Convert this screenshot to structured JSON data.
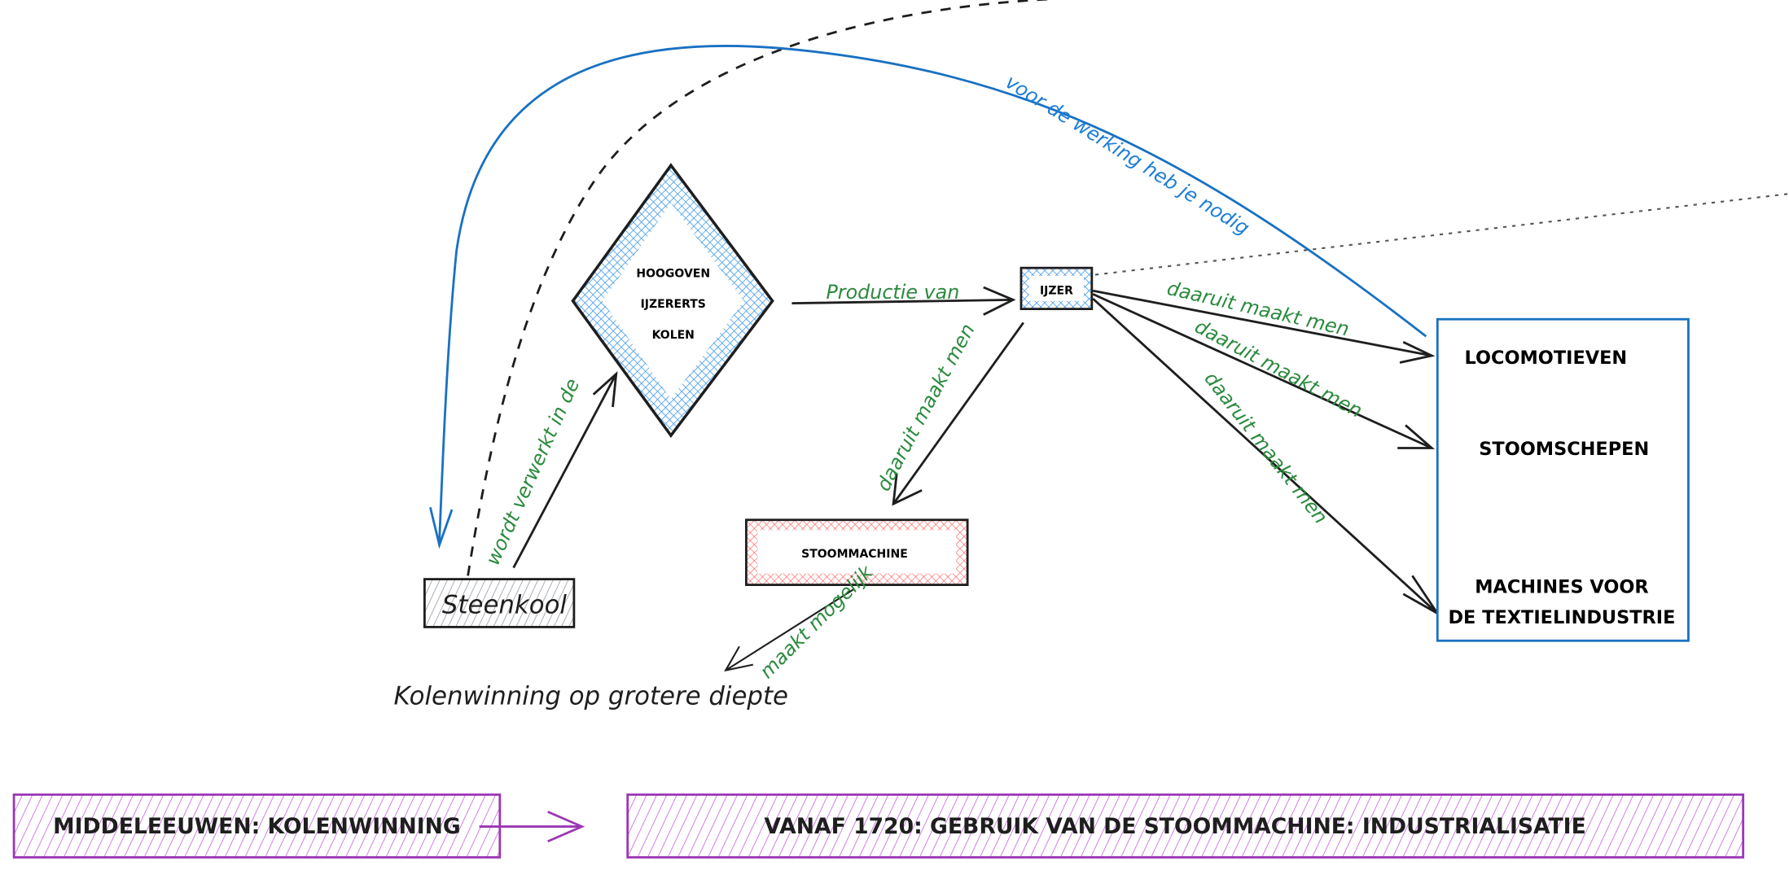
{
  "nodes": {
    "hoogoven": {
      "lines": [
        "HOOGOVEN",
        "IJZERERTS",
        "KOLEN"
      ],
      "fill_color": "#4a9eed"
    },
    "ijzer": {
      "label": "IJZER",
      "fill_color": "#4a9eed"
    },
    "stoommachine": {
      "label": "STOOMMACHINE",
      "fill_color": "#ff6b6b"
    },
    "steenkool": {
      "label": "Steenkool",
      "fill_color": "#868e96"
    },
    "products": {
      "items": [
        "LOCOMOTIEVEN",
        "STOOMSCHEPEN",
        "MACHINES VOOR",
        "DE TEXTIELINDUSTRIE"
      ],
      "border_color": "#1971c2"
    },
    "kolenwinning": {
      "label": "Kolenwinning op grotere diepte"
    }
  },
  "edges": {
    "productie_van": "Productie van",
    "daaruit_stoommachine": "daaruit maakt men",
    "daaruit_locomotieven": "daaruit maakt men",
    "daaruit_stoomschepen": "daaruit maakt men",
    "daaruit_textiel": "daaruit maakt men",
    "wordt_verwerkt": "wordt verwerkt in de",
    "maakt_mogelijk": "maakt mogelijk",
    "voor_de_werking": "voor de werking heb je nodig"
  },
  "timeline": {
    "left": "MIDDELEEUWEN: KOLENWINNING",
    "right": "VANAF 1720: GEBRUIK VAN DE STOOMMACHINE: INDUSTRIALISATIE",
    "color": "#9c36b5"
  },
  "colors": {
    "label_green": "#2b8a3e",
    "arrow_blue": "#1971c2",
    "ink": "#1e1e1e"
  }
}
